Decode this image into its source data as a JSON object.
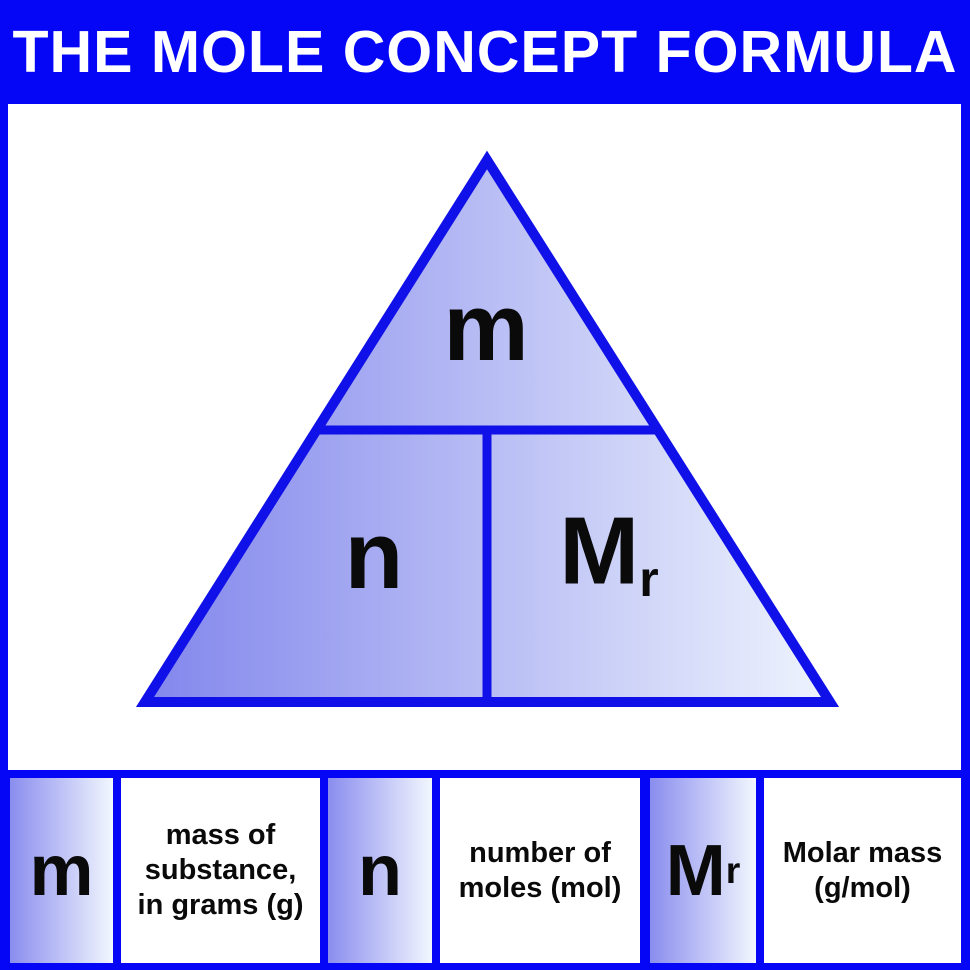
{
  "header": {
    "title": "THE MOLE CONCEPT FORMULA"
  },
  "triangle": {
    "top_label": "m",
    "bottom_left_label": "n",
    "bottom_right_label": {
      "main": "M",
      "sub": "r"
    }
  },
  "legend": {
    "items": [
      {
        "type": "symbol",
        "text": "m"
      },
      {
        "type": "desc",
        "lines": [
          "mass of",
          "substance,",
          "in grams (g)"
        ]
      },
      {
        "type": "symbol",
        "text": "n"
      },
      {
        "type": "desc",
        "lines": [
          "number of",
          "moles (mol)"
        ]
      },
      {
        "type": "symbol",
        "text": "M",
        "sub": "r"
      },
      {
        "type": "desc",
        "lines": [
          "Molar mass",
          "(g/mol)"
        ]
      }
    ]
  },
  "colors": {
    "page_blue": "#0606F6",
    "stroke_blue": "#1010E8",
    "panel_white": "#FFFFFF",
    "title_white": "#FFFFFF",
    "text_black": "#0A0A0A",
    "grad_left": "#8286EC",
    "grad_right": "#EEF4FD",
    "box_grad_left": "#8A8DEE",
    "box_grad_right": "#F2F7FE"
  }
}
